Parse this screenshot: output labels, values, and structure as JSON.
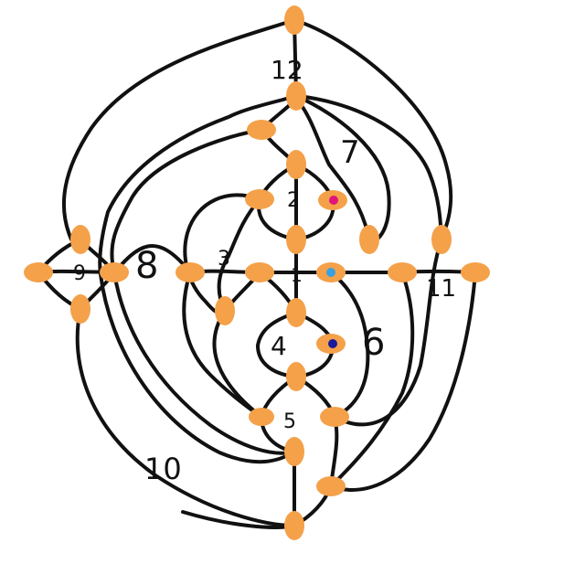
{
  "diagram": {
    "colors": {
      "stroke": "#111111",
      "crossing": "#f4a14a",
      "marker_pink": "#e0157a",
      "marker_blue": "#3aa0e0",
      "marker_navy": "#1a1a9a"
    },
    "labels": {
      "r1": "1",
      "r2": "2",
      "r3": "3",
      "r4": "4",
      "r5": "5",
      "r6": "6",
      "r7": "7",
      "r8": "8",
      "r9": "9",
      "r10": "10",
      "r11": "11",
      "r12": "12"
    }
  }
}
